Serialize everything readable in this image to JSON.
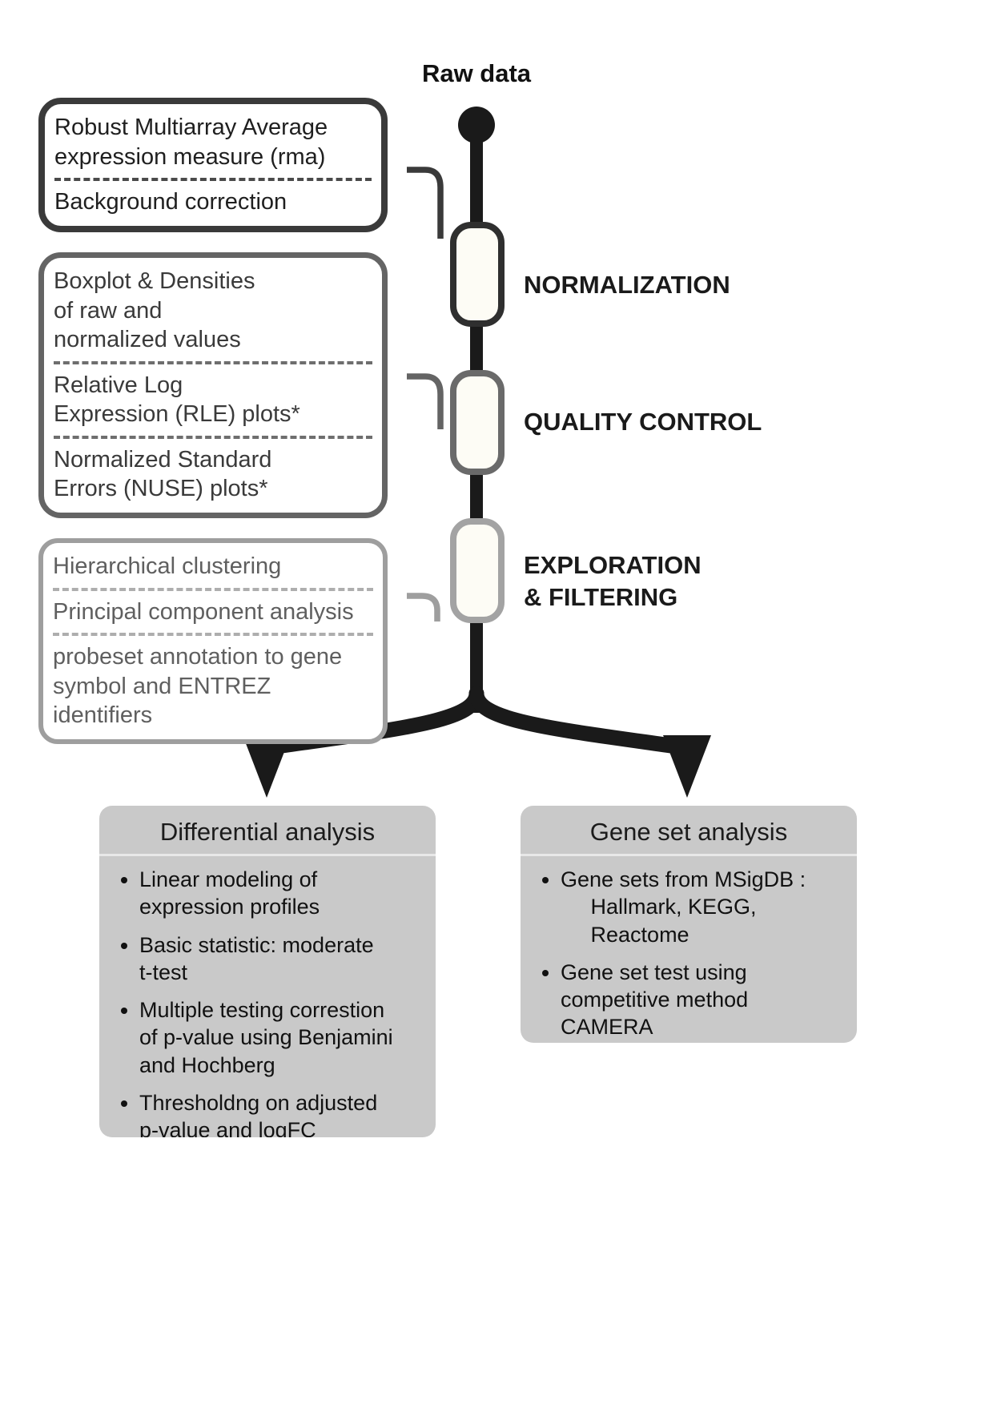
{
  "header": {
    "raw_data_label": "Raw data"
  },
  "pipeline": {
    "stages": [
      {
        "label": "NORMALIZATION"
      },
      {
        "label": "QUALITY CONTROL"
      },
      {
        "label": "EXPLORATION\n& FILTERING"
      }
    ],
    "boxes": [
      {
        "sections": [
          "Robust Multiarray Average\nexpression measure (rma)",
          "Background correction"
        ]
      },
      {
        "sections": [
          "Boxplot & Densities\nof raw and\nnormalized values",
          "Relative Log\nExpression (RLE) plots*",
          "Normalized Standard\nErrors (NUSE) plots*"
        ]
      },
      {
        "sections": [
          "Hierarchical clustering",
          "Principal component analysis",
          "probeset annotation to gene\nsymbol and ENTREZ identifiers"
        ]
      }
    ]
  },
  "analysis": {
    "differential": {
      "title": "Differential analysis",
      "bullets": [
        "Linear modeling of\nexpression profiles",
        "Basic statistic: moderate\nt-test",
        "Multiple testing correstion\nof p-value using Benjamini\nand Hochberg",
        "Thresholdng on adjusted\np-value and logFC"
      ]
    },
    "gene_set": {
      "title": "Gene set analysis",
      "bullets": [
        "Gene sets from MSigDB :\n     Hallmark, KEGG,\n     Reactome",
        "Gene set test using\ncompetitive method\nCAMERA"
      ]
    }
  },
  "colors": {
    "flow_line": "#1a1a1a",
    "stage1_border": "#3a3a3a",
    "stage2_border": "#646464",
    "stage3_border": "#9e9e9e",
    "analysis_box_bg": "#c9c9c9",
    "node_fill": "#fdfcf5"
  }
}
